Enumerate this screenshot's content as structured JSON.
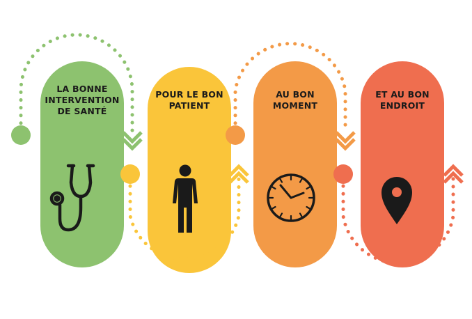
{
  "steps": [
    {
      "label": "LA BONNE\nINTERVENTION\nDE SANTÉ",
      "color": "#8DC26F",
      "icon": "stethoscope-icon"
    },
    {
      "label": "POUR LE BON\nPATIENT",
      "color": "#FAC53A",
      "icon": "person-icon"
    },
    {
      "label": "AU BON\nMOMENT",
      "color": "#F39A47",
      "icon": "clock-icon"
    },
    {
      "label": "ET AU BON\nENDROIT",
      "color": "#EF6E4F",
      "icon": "location-pin-icon"
    }
  ]
}
